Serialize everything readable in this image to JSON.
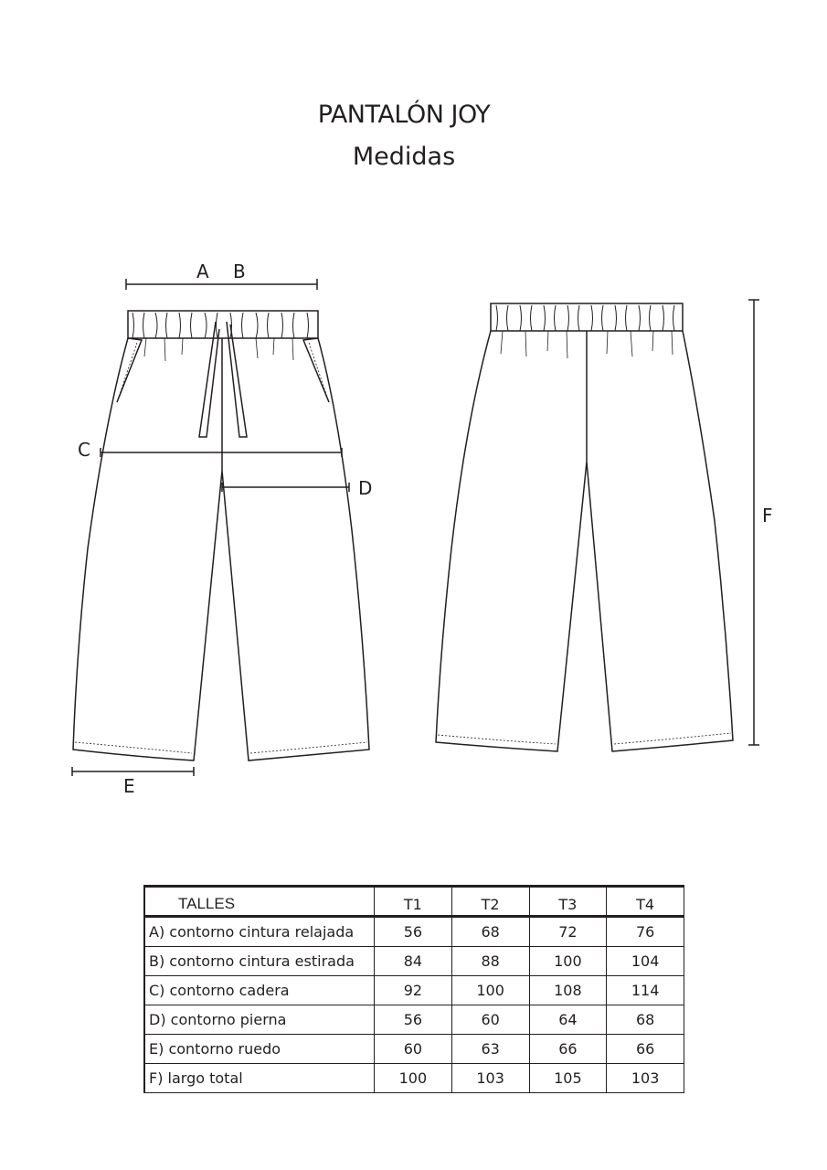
{
  "title": "PANTALÓN JOY",
  "subtitle": "Medidas",
  "labels": {
    "a": "A",
    "b": "B",
    "c": "C",
    "d": "D",
    "e": "E",
    "f": "F"
  },
  "table": {
    "header": [
      "TALLES",
      "T1",
      "T2",
      "T3",
      "T4"
    ],
    "rows": [
      [
        "A) contorno cintura relajada",
        "56",
        "68",
        "72",
        "76"
      ],
      [
        "B) contorno cintura estirada",
        "84",
        "88",
        "100",
        "104"
      ],
      [
        "C) contorno cadera",
        "92",
        "100",
        "108",
        "114"
      ],
      [
        "D) contorno pierna",
        "56",
        "60",
        "64",
        "68"
      ],
      [
        "E) contorno ruedo",
        "60",
        "63",
        "66",
        "66"
      ],
      [
        "F) largo total",
        "100",
        "103",
        "105",
        "103"
      ]
    ]
  }
}
